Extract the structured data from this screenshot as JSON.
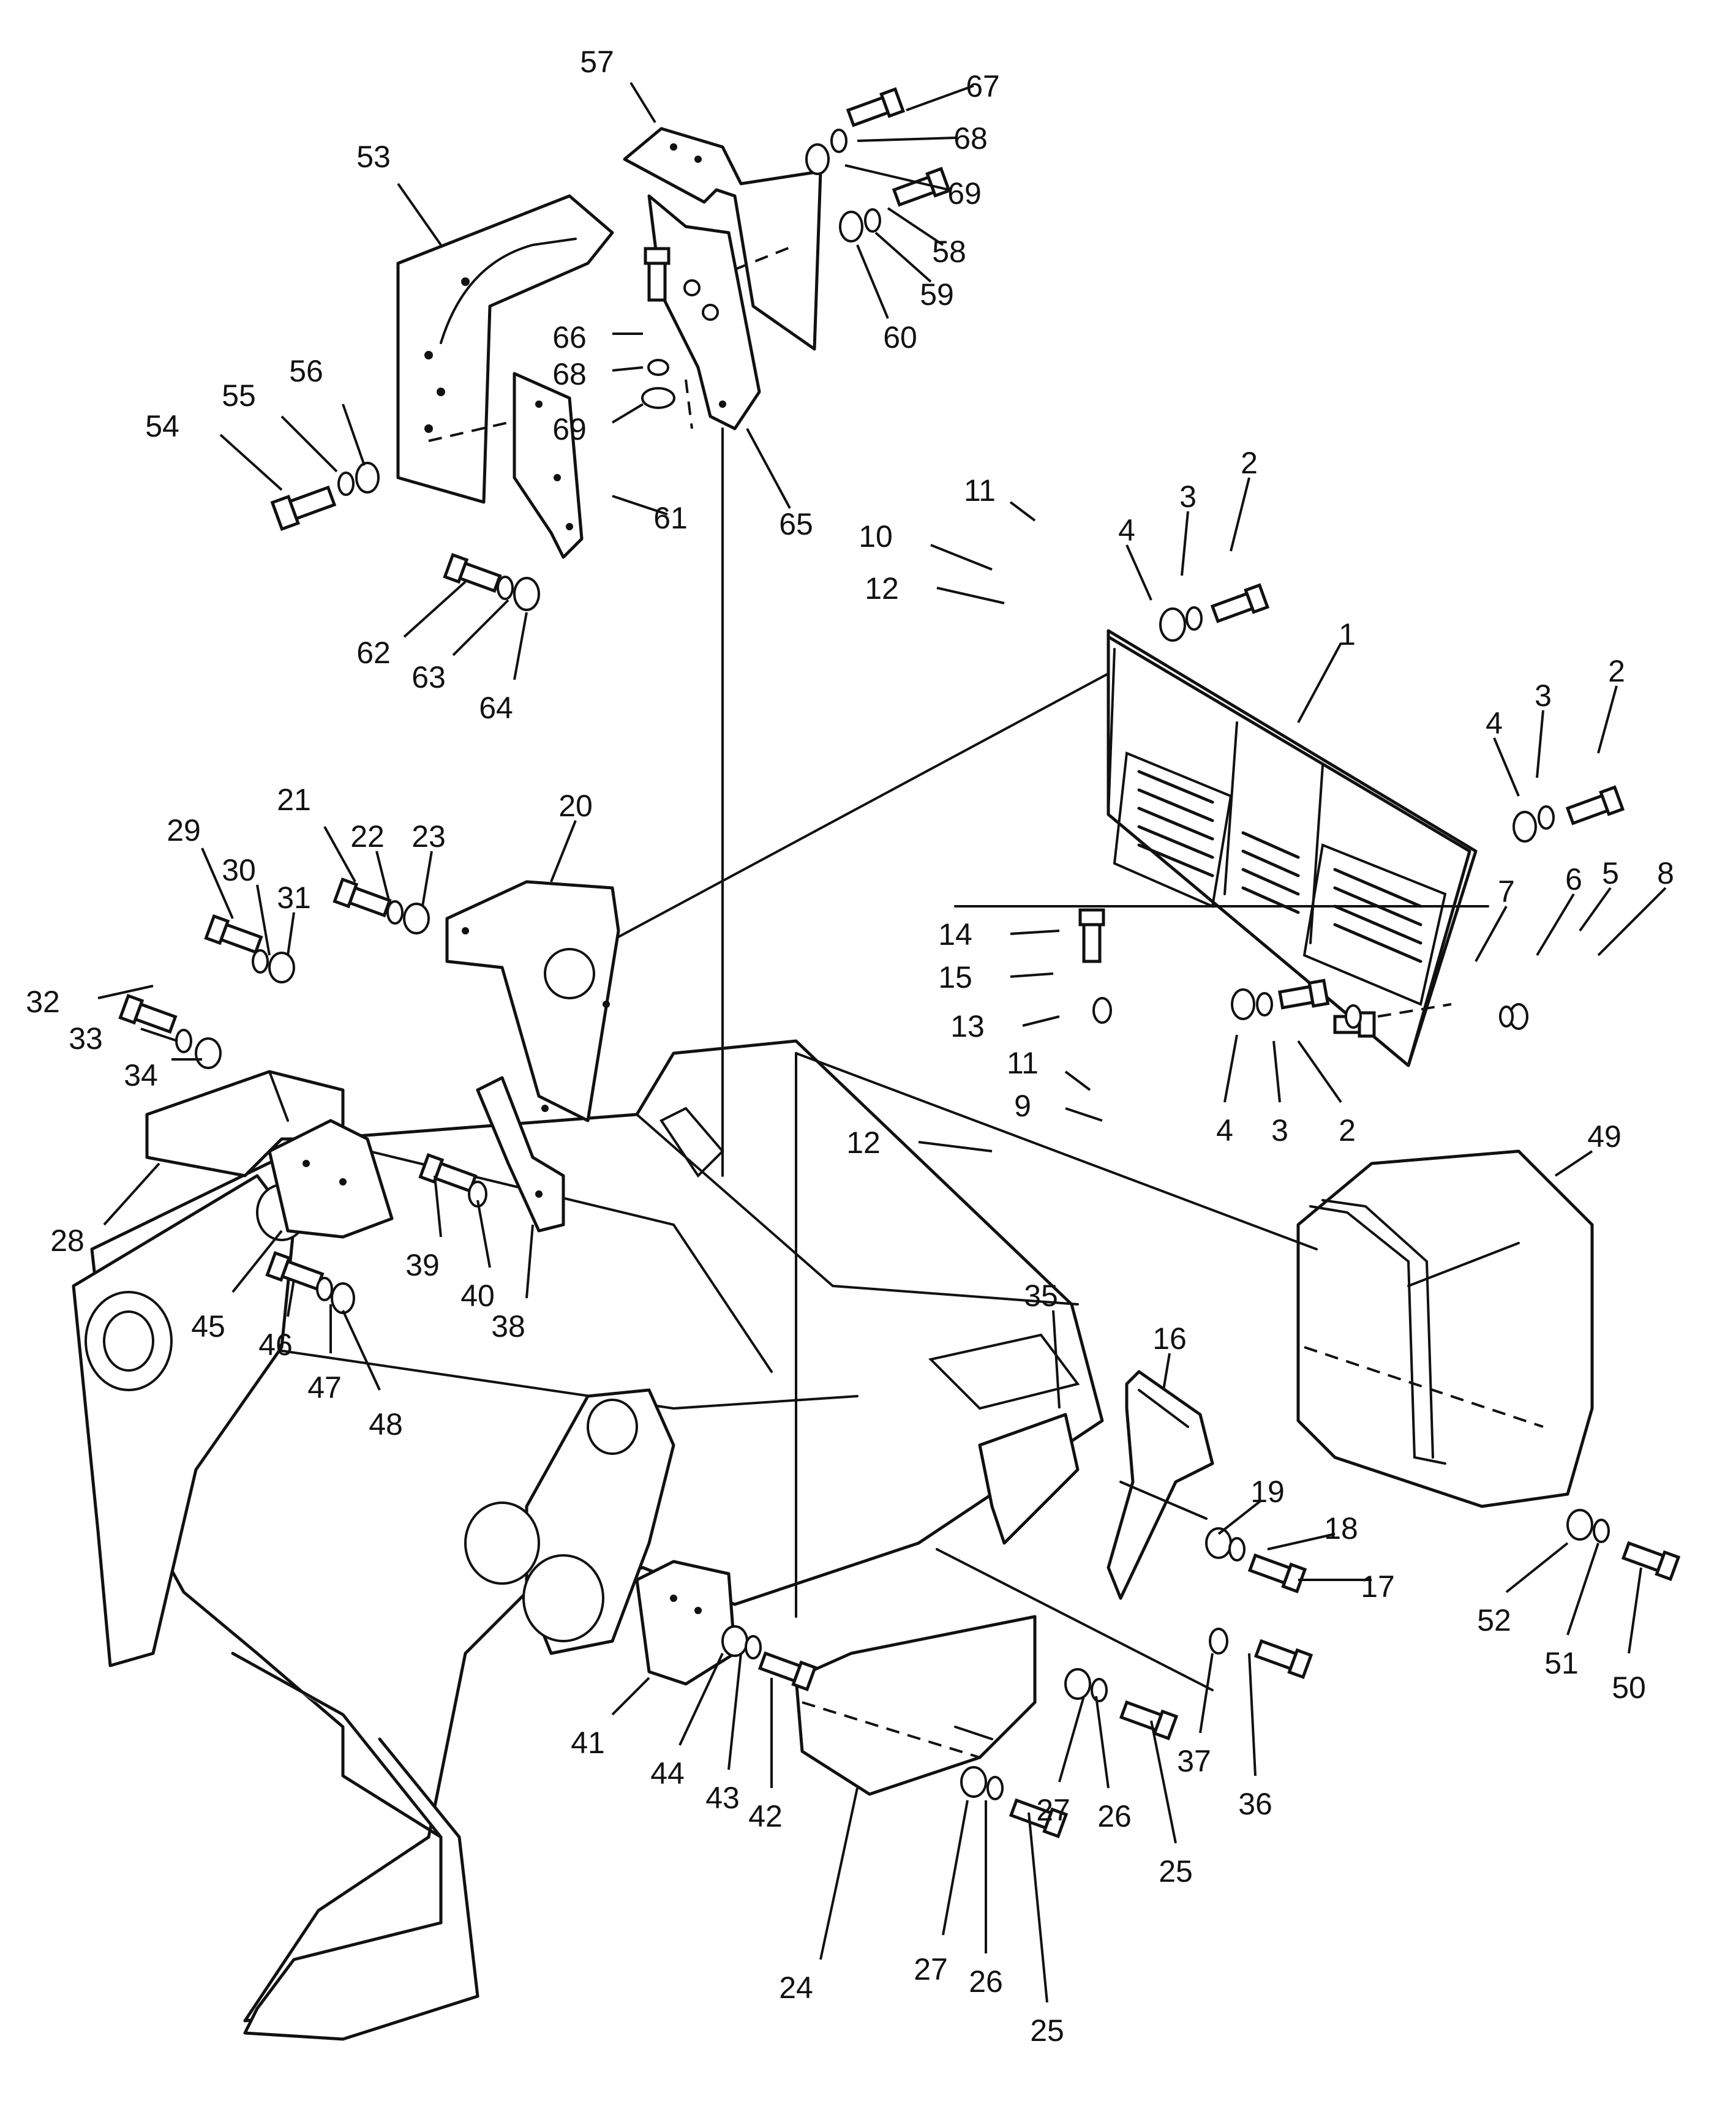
{
  "diagram": {
    "labels": [
      "1",
      "2",
      "2",
      "2",
      "3",
      "3",
      "3",
      "4",
      "4",
      "4",
      "5",
      "6",
      "7",
      "8",
      "9",
      "10",
      "11",
      "11",
      "12",
      "12",
      "13",
      "14",
      "15",
      "16",
      "17",
      "18",
      "19",
      "20",
      "21",
      "22",
      "23",
      "24",
      "25",
      "25",
      "26",
      "26",
      "27",
      "27",
      "28",
      "29",
      "30",
      "31",
      "32",
      "33",
      "34",
      "35",
      "36",
      "37",
      "38",
      "39",
      "40",
      "41",
      "42",
      "43",
      "44",
      "45",
      "46",
      "47",
      "48",
      "49",
      "50",
      "51",
      "52",
      "53",
      "54",
      "55",
      "56",
      "57",
      "58",
      "59",
      "60",
      "61",
      "62",
      "63",
      "64",
      "65",
      "66",
      "67",
      "68",
      "68",
      "69",
      "69"
    ]
  }
}
